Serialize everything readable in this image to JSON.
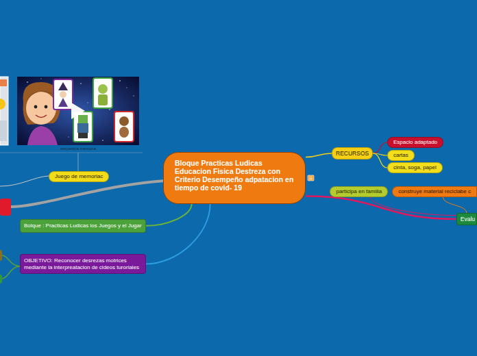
{
  "diagram": {
    "nodes": [
      {
        "text": [
          "Bloque Practicas Ludicas Educacion Fisica Destreza con Criterio Desempeño adpatacion en tiempo de covid- 19"
        ]
      },
      {
        "text": [
          "RECURSOS"
        ]
      },
      {
        "text": [
          "Espacio adaptado"
        ]
      },
      {
        "text": [
          "cartas"
        ]
      },
      {
        "text": [
          "cinta, soga, papel"
        ]
      },
      {
        "text": [
          "participa en familia"
        ]
      },
      {
        "text": [
          "construye material reciclabe c"
        ]
      },
      {
        "text": [
          "Evalu"
        ]
      },
      {
        "text": [
          "Juego de memoriac"
        ]
      },
      {
        "text": [
          "Bolque : Practicas Ludicas los Juegos y el Jugar"
        ]
      },
      {
        "text": [
          "OBJETIVO: Reconocer desrezas motrices mediante la interpreatacion de cideos turoriales"
        ]
      }
    ],
    "edges": [
      {
        "from": 0,
        "to": 1,
        "arrow": "none"
      },
      {
        "from": 1,
        "to": 2,
        "arrow": "none"
      },
      {
        "from": 1,
        "to": 3,
        "arrow": "none"
      },
      {
        "from": 1,
        "to": 4,
        "arrow": "none"
      },
      {
        "from": 0,
        "to": 7,
        "arrow": "none"
      },
      {
        "from": 7,
        "to": 5,
        "arrow": "none"
      },
      {
        "from": 7,
        "to": 6,
        "arrow": "none"
      },
      {
        "from": 0,
        "to": 9,
        "arrow": "none"
      },
      {
        "from": 0,
        "to": 10,
        "arrow": "none"
      }
    ],
    "labels": [
      "secuencia memoria"
    ]
  }
}
